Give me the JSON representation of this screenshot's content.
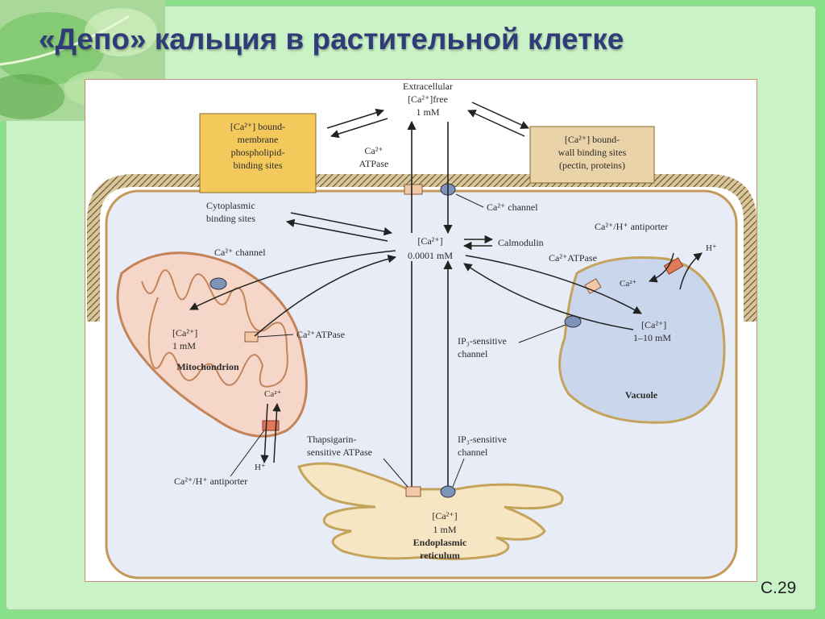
{
  "slide": {
    "title": "«Депо» кальция в растительной клетке",
    "page_number": "С.29"
  },
  "diagram": {
    "extracellular": [
      "Extracellular",
      "[Ca²⁺]free",
      "1 mM"
    ],
    "membrane_sites": [
      "[Ca²⁺] bound-",
      "membrane",
      "phospholipid-",
      "binding sites"
    ],
    "wall_sites": [
      "[Ca²⁺] bound-",
      "wall binding sites",
      "(pectin, proteins)"
    ],
    "pm_atpase": [
      "Ca²⁺",
      "ATPase"
    ],
    "pm_channel": "Ca²⁺ channel",
    "cytoplasmic_sites": [
      "Cytoplasmic",
      "binding sites"
    ],
    "cytosol": [
      "[Ca²⁺]",
      "0.0001 mM"
    ],
    "calmodulin": "Calmodulin",
    "mito_channel": "Ca²⁺ channel",
    "mito_ca": [
      "[Ca²⁺]",
      "1 mM"
    ],
    "mito_atpase": "Ca²⁺ATPase",
    "mitochondrion": "Mitochondrion",
    "mito_ca2": "Ca²⁺",
    "mito_h": "H⁺",
    "mito_antiporter": "Ca²⁺/H⁺ antiporter",
    "vac_antiporter": "Ca²⁺/H⁺ antiporter",
    "vac_h": "H⁺",
    "vac_atpase": "Ca²⁺ATPase",
    "vac_ca2": "Ca²⁺",
    "vac_ca": [
      "[Ca²⁺]",
      "1–10 mM"
    ],
    "vac_ip3": [
      "IP₃-sensitive",
      "channel"
    ],
    "vacuole": "Vacuole",
    "er_atpase": [
      "Thapsigarin-",
      "sensitive ATPase"
    ],
    "er_ip3": [
      "IP₃-sensitive",
      "channel"
    ],
    "er_ca": [
      "[Ca²⁺]",
      "1 mM"
    ],
    "er": [
      "Endoplasmic",
      "reticulum"
    ]
  }
}
